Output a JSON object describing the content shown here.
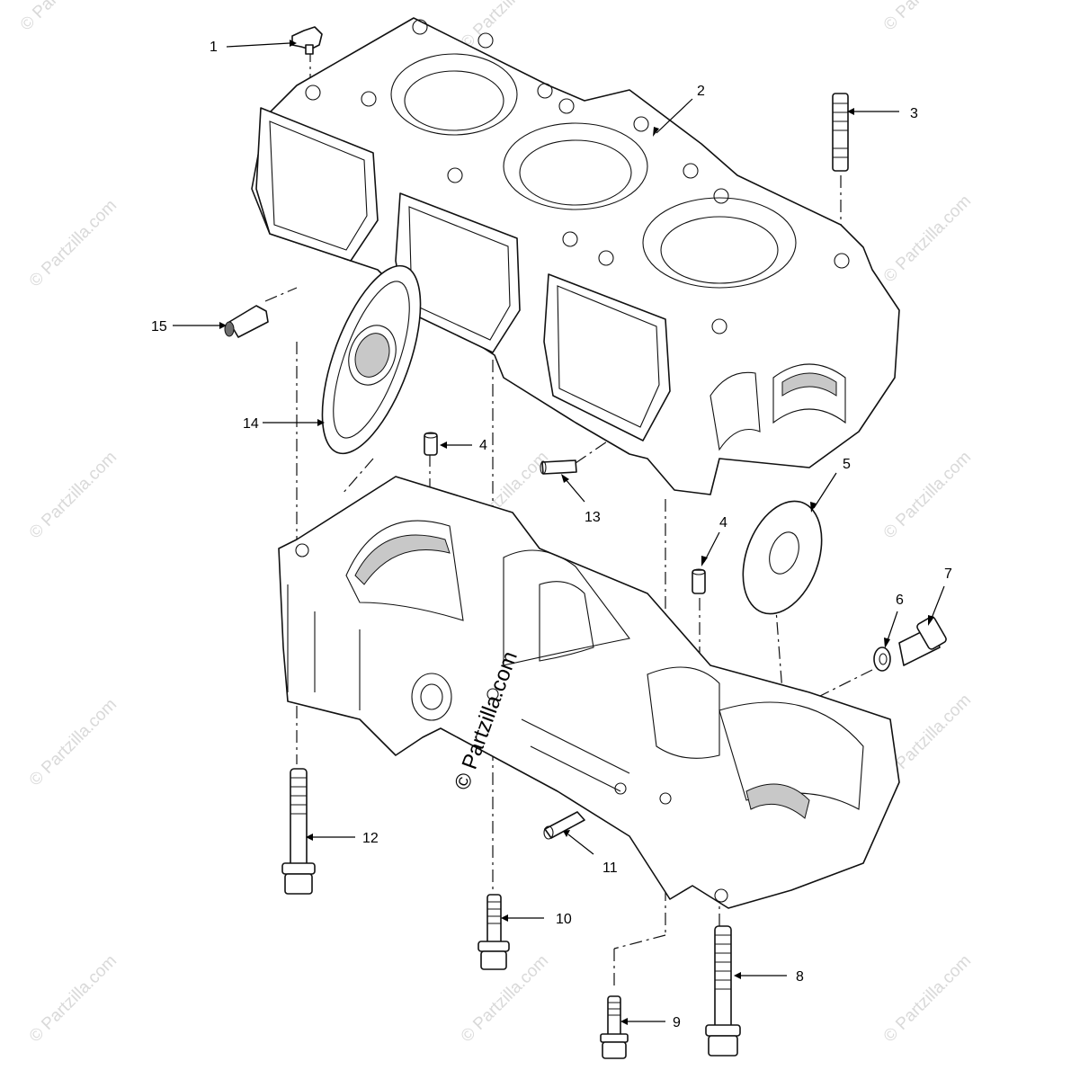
{
  "watermark": {
    "text": "© Partzilla.com",
    "color": "#d9d9d9"
  },
  "callouts": [
    {
      "id": "1",
      "label": "1"
    },
    {
      "id": "2",
      "label": "2"
    },
    {
      "id": "3",
      "label": "3"
    },
    {
      "id": "4a",
      "label": "4"
    },
    {
      "id": "4b",
      "label": "4"
    },
    {
      "id": "5",
      "label": "5"
    },
    {
      "id": "6",
      "label": "6"
    },
    {
      "id": "7",
      "label": "7"
    },
    {
      "id": "8",
      "label": "8"
    },
    {
      "id": "9",
      "label": "9"
    },
    {
      "id": "10",
      "label": "10"
    },
    {
      "id": "11",
      "label": "11"
    },
    {
      "id": "12",
      "label": "12"
    },
    {
      "id": "13",
      "label": "13"
    },
    {
      "id": "14",
      "label": "14"
    },
    {
      "id": "15",
      "label": "15"
    }
  ]
}
